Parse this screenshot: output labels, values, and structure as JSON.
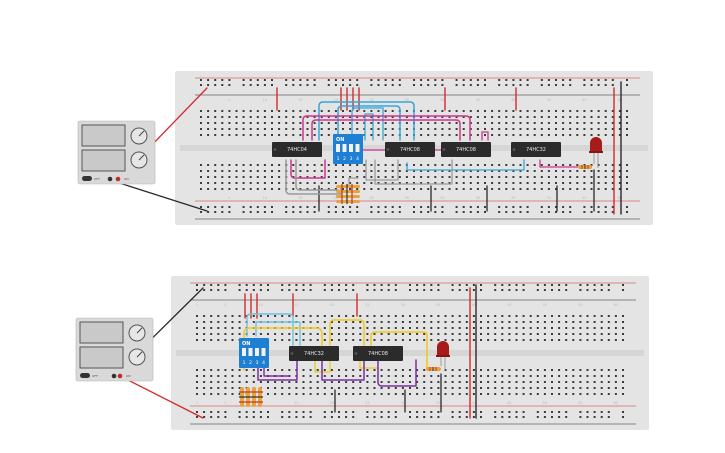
{
  "colors": {
    "board": "#e4e4e4",
    "hole": "#3c3c3c",
    "rail_red": "#d62828",
    "rail_black": "#222222",
    "chip": "#2b2b2b",
    "dip": "#1f7fd2",
    "wire_red": "#d42a2a",
    "wire_black": "#2a2a2a",
    "wire_blue": "#35a6d8",
    "wire_magenta": "#d0348f",
    "wire_gray": "#9a9a9a",
    "wire_yellow": "#efc91a",
    "wire_purple": "#7b2fa0",
    "led": "#a81b1b"
  },
  "circuit_top": {
    "chips": [
      {
        "label": "74HC04"
      },
      {
        "label": "74HC08"
      },
      {
        "label": "74HC08"
      },
      {
        "label": "74HC32"
      }
    ],
    "dip_switch": {
      "on_label": "ON",
      "numbers": [
        "1",
        "2",
        "3",
        "4"
      ]
    },
    "column_numbers": [
      "5",
      "10",
      "15",
      "20",
      "25",
      "30",
      "35",
      "40",
      "45",
      "50",
      "55",
      "60"
    ],
    "power_supply_labels": [
      "OFF",
      "ON"
    ]
  },
  "circuit_bottom": {
    "chips": [
      {
        "label": "74HC32"
      },
      {
        "label": "74HC08"
      }
    ],
    "dip_switch": {
      "on_label": "ON",
      "numbers": [
        "1",
        "2",
        "3",
        "4"
      ]
    },
    "column_numbers": [
      "1",
      "5",
      "10",
      "15",
      "20",
      "25",
      "30",
      "35",
      "40",
      "45",
      "50",
      "55",
      "60"
    ],
    "power_supply_labels": [
      "OFF",
      "ON"
    ]
  }
}
